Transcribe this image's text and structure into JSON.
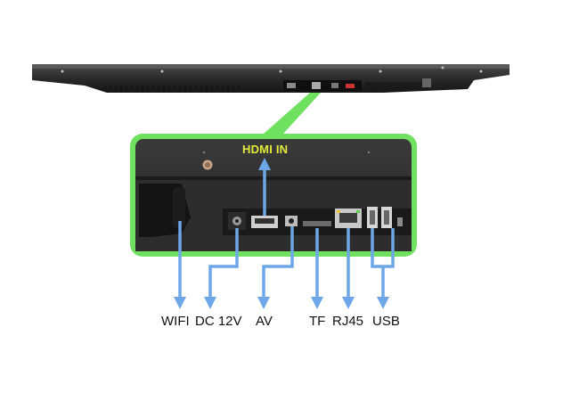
{
  "callout": {
    "hdmi_label": "HDMI IN",
    "hdmi_color": "#e4ea3a"
  },
  "ports": [
    {
      "id": "wifi",
      "label": "WIFI"
    },
    {
      "id": "dc",
      "label": "DC 12V"
    },
    {
      "id": "av",
      "label": "AV"
    },
    {
      "id": "tf",
      "label": "TF"
    },
    {
      "id": "rj45",
      "label": "RJ45"
    },
    {
      "id": "usb",
      "label": "USB"
    }
  ],
  "colors": {
    "frame_green": "#6fe060",
    "arrow_blue": "#6ea7e8",
    "device_dark": "#222222"
  }
}
